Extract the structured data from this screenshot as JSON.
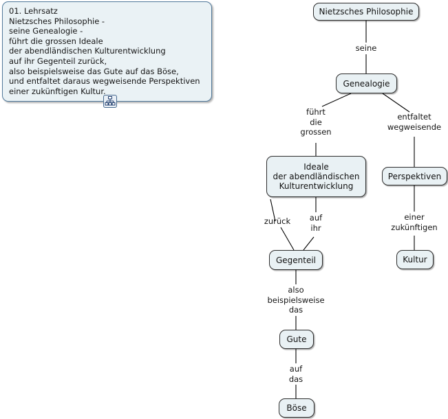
{
  "note": {
    "title_line": "01. Lehrsatz",
    "text": "01. Lehrsatz\nNietzsches Philosophie -\nseine Genealogie -\nführt die grossen Ideale\nder abendländischen Kulturentwicklung\nauf ihr Gegenteil zurück,\nalso beispielsweise das Gute auf das Böse,\nund entfaltet daraus wegweisende Perspektiven\neiner zukünftigen Kultur.",
    "icon": "concept-map-icon"
  },
  "colors": {
    "node_fill": "#e9f1f4",
    "node_border": "#2b2b2b",
    "note_fill": "#eaf2f5",
    "note_border": "#50789a",
    "line": "#000000",
    "text": "#141414"
  },
  "concept_map": {
    "nodes": [
      {
        "id": "nietzsches-philosophie",
        "label": "Nietzsches Philosophie"
      },
      {
        "id": "genealogie",
        "label": "Genealogie"
      },
      {
        "id": "ideale",
        "label": "Ideale\nder abendländischen\nKulturentwicklung"
      },
      {
        "id": "perspektiven",
        "label": "Perspektiven"
      },
      {
        "id": "gegenteil",
        "label": "Gegenteil"
      },
      {
        "id": "kultur",
        "label": "Kultur"
      },
      {
        "id": "gute",
        "label": "Gute"
      },
      {
        "id": "boese",
        "label": "Böse"
      }
    ],
    "link_labels": [
      {
        "id": "seine",
        "text": "seine"
      },
      {
        "id": "fuehrt-die-grossen",
        "text": "führt\ndie\ngrossen"
      },
      {
        "id": "entfaltet-wegweisende",
        "text": "entfaltet\nwegweisende"
      },
      {
        "id": "auf-ihr",
        "text": "auf\nihr"
      },
      {
        "id": "zurueck",
        "text": "zurück"
      },
      {
        "id": "einer-zukuenftigen",
        "text": "einer\nzukünftigen"
      },
      {
        "id": "also-beispielsweise-das",
        "text": "also\nbeispielsweise\ndas"
      },
      {
        "id": "auf-das",
        "text": "auf\ndas"
      }
    ],
    "propositions": [
      "Nietzsches Philosophie — seine — Genealogie",
      "Genealogie — führt die grossen — Ideale der abendländischen Kulturentwicklung",
      "Genealogie — entfaltet wegweisende — Perspektiven",
      "Ideale der abendländischen Kulturentwicklung — auf ihr — Gegenteil",
      "Gegenteil — zurück — Ideale der abendländischen Kulturentwicklung",
      "Perspektiven — einer zukünftigen — Kultur",
      "Gegenteil — also beispielsweise das — Gute",
      "Gute — auf das — Böse"
    ]
  }
}
